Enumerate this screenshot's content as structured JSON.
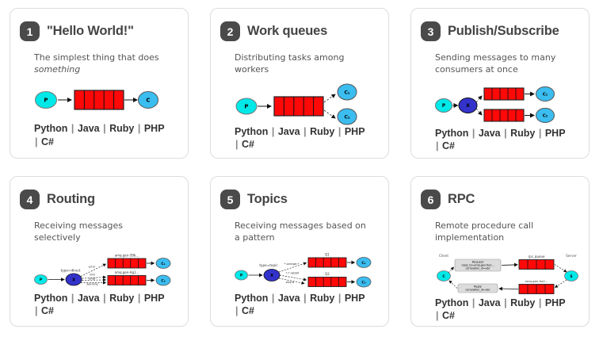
{
  "colors": {
    "badge": "#4a4a4a",
    "title": "#444444",
    "desc": "#555555",
    "lang": "#333333",
    "sep": "#888888",
    "card_border": "#dddddd",
    "producer": "#00e8e8",
    "consumer": "#3bbdf0",
    "exchange": "#3333cc",
    "queue_red": "#ff0808",
    "box_gray": "#dcdcdc"
  },
  "languages": {
    "items": [
      "Python",
      "Java",
      "Ruby",
      "PHP",
      "C#"
    ],
    "separator": "|"
  },
  "cards": [
    {
      "number": "1",
      "title": "\"Hello World!\"",
      "description": "The simplest thing that does",
      "description_italic": "something",
      "diagram": {
        "producer": "P",
        "consumer": "C"
      }
    },
    {
      "number": "2",
      "title": "Work queues",
      "description": "Distributing tasks among workers",
      "diagram": {
        "producer": "P",
        "consumer1": "C₁",
        "consumer2": "C₂"
      }
    },
    {
      "number": "3",
      "title": "Publish/Subscribe",
      "description": "Sending messages to many consumers at once",
      "diagram": {
        "producer": "P",
        "exchange": "X",
        "consumer1": "C₁",
        "consumer2": "C₂"
      }
    },
    {
      "number": "4",
      "title": "Routing",
      "description": "Receiving messages selectively",
      "diagram": {
        "producer": "P",
        "exchange": "X",
        "exchange_type": "type=direct",
        "binding1": "error",
        "binding2": "info",
        "binding3": "error",
        "binding4": "warning",
        "queue1": "amq.gen-S9b...",
        "queue2": "amq.gen-Ag1...",
        "consumer1": "C₁",
        "consumer2": "C₂"
      }
    },
    {
      "number": "5",
      "title": "Topics",
      "description": "Receiving messages based on a pattern",
      "diagram": {
        "producer": "P",
        "exchange": "X",
        "exchange_type": "type=topic",
        "binding1": "*.orange.*",
        "binding2": "*.*.rabbit",
        "binding3": "lazy.#",
        "queue1": "Q1",
        "queue2": "Q2",
        "consumer1": "C₁",
        "consumer2": "C₂"
      }
    },
    {
      "number": "6",
      "title": "RPC",
      "description": "Remote procedure call implementation",
      "diagram": {
        "client_label": "Client",
        "client": "C",
        "server_label": "Server",
        "server": "S",
        "request_line1": "Request",
        "request_line2": "reply_to=amq.gen-Xa2...",
        "request_line3": "correlation_id=abc",
        "reply_line1": "Reply",
        "reply_line2": "correlation_id=abc",
        "queue1": "rpc_queue",
        "queue2": "amq.gen-Xa2..."
      }
    }
  ]
}
